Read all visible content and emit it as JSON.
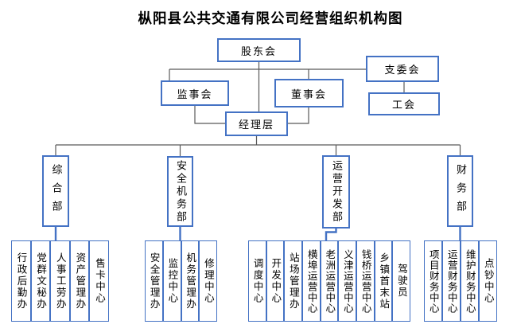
{
  "title": "枞阳县公共交通有限公司经营组织机构图",
  "colors": {
    "accent": "#4472C4",
    "line": "#595959",
    "text": "#000000",
    "bg": "#ffffff"
  },
  "top": {
    "shareholders": "股东会",
    "party_committee": "支委会",
    "supervisors": "监事会",
    "directors": "董事会",
    "union": "工会",
    "managers": "经理层"
  },
  "departments": [
    {
      "label": "综合部"
    },
    {
      "label": "安全机务部"
    },
    {
      "label": "运营开发部"
    },
    {
      "label": "财务部"
    }
  ],
  "groups": [
    {
      "units": [
        "行政后勤办",
        "党群文秘办",
        "人事工劳办",
        "资产管理办",
        "售卡中心"
      ]
    },
    {
      "units": [
        "安全管理办",
        "监控中心",
        "机务管理办",
        "修理中心"
      ]
    },
    {
      "units": [
        "调度中心",
        "开发中心",
        "站场管理办",
        "横埠运营中心",
        "老洲运营中心",
        "义津运营中心",
        "钱桥运营中心",
        "乡镇首末站",
        "驾驶员"
      ]
    },
    {
      "units": [
        "项目财务中心",
        "运营财务中心",
        "维护财务中心",
        "点钞中心"
      ]
    }
  ]
}
